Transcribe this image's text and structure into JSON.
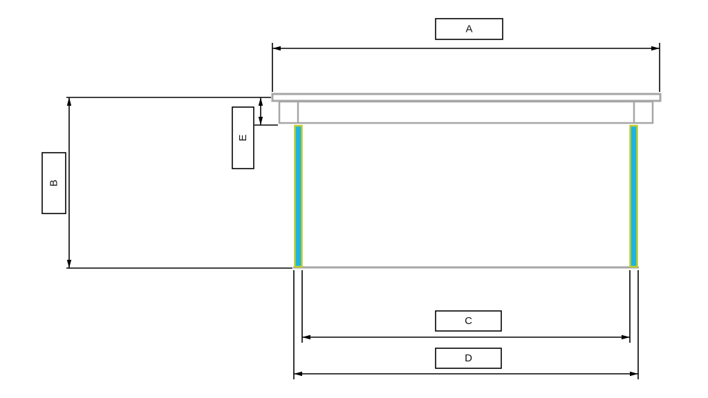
{
  "diagram": {
    "labels": {
      "a": "A",
      "b": "B",
      "c": "C",
      "d": "D",
      "e": "E"
    },
    "colors": {
      "background": "#ffffff",
      "structure": "#a6a6a6",
      "leg_fill": "#1eb4e0",
      "leg_stroke": "#bfcc2a",
      "dimension": "#000000"
    }
  }
}
